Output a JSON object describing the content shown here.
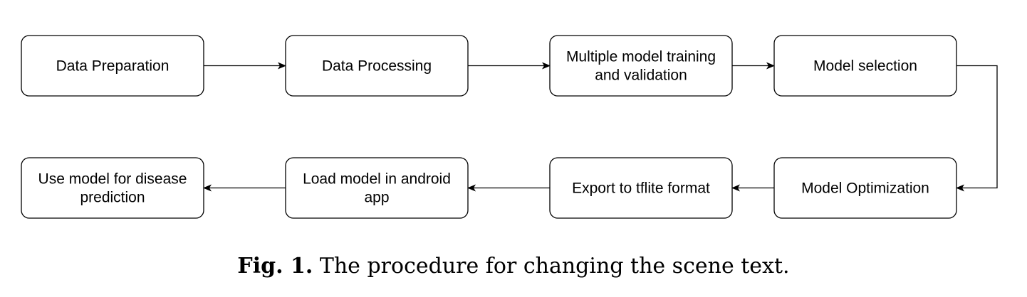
{
  "diagram": {
    "nodes": [
      {
        "id": "data-preparation",
        "lines": [
          "Data Preparation"
        ]
      },
      {
        "id": "data-processing",
        "lines": [
          "Data Processing"
        ]
      },
      {
        "id": "multiple-model-training",
        "lines": [
          "Multiple model training",
          "and validation"
        ]
      },
      {
        "id": "model-selection",
        "lines": [
          "Model selection"
        ]
      },
      {
        "id": "model-optimization",
        "lines": [
          "Model Optimization"
        ]
      },
      {
        "id": "export-tflite",
        "lines": [
          "Export to tflite format"
        ]
      },
      {
        "id": "load-model-android",
        "lines": [
          "Load model in android",
          "app"
        ]
      },
      {
        "id": "use-model-prediction",
        "lines": [
          "Use model for disease",
          "prediction"
        ]
      }
    ],
    "edges": [
      {
        "from": "data-preparation",
        "to": "data-processing"
      },
      {
        "from": "data-processing",
        "to": "multiple-model-training"
      },
      {
        "from": "multiple-model-training",
        "to": "model-selection"
      },
      {
        "from": "model-selection",
        "to": "model-optimization"
      },
      {
        "from": "model-optimization",
        "to": "export-tflite"
      },
      {
        "from": "export-tflite",
        "to": "load-model-android"
      },
      {
        "from": "load-model-android",
        "to": "use-model-prediction"
      }
    ]
  },
  "caption": {
    "label": "Fig. 1.",
    "text": "The procedure for changing the scene text."
  }
}
